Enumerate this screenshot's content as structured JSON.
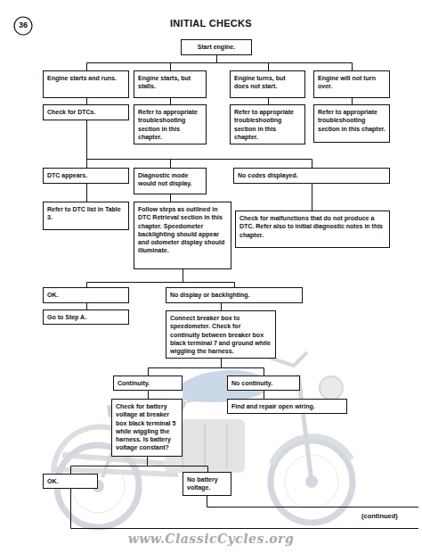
{
  "diagram": {
    "title": "INITIAL CHECKS",
    "nodes": [
      {
        "text": [
          "36"
        ]
      },
      {
        "text": [
          "Start engine."
        ]
      },
      {
        "text": [
          "Engine starts and runs."
        ]
      },
      {
        "text": [
          "Engine starts, but stalls."
        ]
      },
      {
        "text": [
          "Engine turns, but does not start."
        ]
      },
      {
        "text": [
          "Engine will not turn over."
        ]
      },
      {
        "text": [
          "Check for DTCs."
        ]
      },
      {
        "text": [
          "Refer to appropriate troubleshooting section in this chapter."
        ]
      },
      {
        "text": [
          "Refer to appropriate troubleshooting section in this chapter."
        ]
      },
      {
        "text": [
          "Refer to appropriate troubleshooting section in this chapter."
        ]
      },
      {
        "text": [
          "DTC appears."
        ]
      },
      {
        "text": [
          "Diagnostic mode would not display."
        ]
      },
      {
        "text": [
          "No codes displayed."
        ]
      },
      {
        "text": [
          "Refer to DTC list in Table 3."
        ]
      },
      {
        "text": [
          "Follow steps as outlined in DTC Retrieval section in this chapter. Speedometer backlighting should appear and odometer display should illuminate."
        ]
      },
      {
        "text": [
          "Check for malfunctions that do not produce a DTC. Refer also to initial diagnostic notes in this chapter."
        ]
      },
      {
        "text": [
          "OK."
        ]
      },
      {
        "text": [
          "No display or backlighting."
        ]
      },
      {
        "text": [
          "Go to Step A."
        ]
      },
      {
        "text": [
          "Connect breaker box to speedometer. Check for continuity between breaker box black terminal 7 and ground while wiggling the harness."
        ]
      },
      {
        "text": [
          "Continuity."
        ]
      },
      {
        "text": [
          "No continuity."
        ]
      },
      {
        "text": [
          "Check for battery voltage at breaker box black terminal 5 while wiggling the harness. Is battery voltage constant?"
        ]
      },
      {
        "text": [
          "Find and repair open wiring."
        ]
      },
      {
        "text": [
          "OK."
        ]
      },
      {
        "text": [
          "No battery voltage."
        ]
      }
    ],
    "edges": [
      {
        "from": 1,
        "to": 2,
        "arrow": "none"
      },
      {
        "from": 1,
        "to": 3,
        "arrow": "none"
      },
      {
        "from": 1,
        "to": 4,
        "arrow": "none"
      },
      {
        "from": 1,
        "to": 5,
        "arrow": "none"
      },
      {
        "from": 2,
        "to": 6,
        "arrow": "none"
      },
      {
        "from": 3,
        "to": 7,
        "arrow": "none"
      },
      {
        "from": 4,
        "to": 8,
        "arrow": "none"
      },
      {
        "from": 5,
        "to": 9,
        "arrow": "none"
      },
      {
        "from": 6,
        "to": 10,
        "arrow": "none"
      },
      {
        "from": 6,
        "to": 11,
        "arrow": "none"
      },
      {
        "from": 6,
        "to": 12,
        "arrow": "none"
      },
      {
        "from": 10,
        "to": 13,
        "arrow": "none"
      },
      {
        "from": 11,
        "to": 14,
        "arrow": "none"
      },
      {
        "from": 12,
        "to": 15,
        "arrow": "none"
      },
      {
        "from": 14,
        "to": 16,
        "arrow": "none"
      },
      {
        "from": 14,
        "to": 17,
        "arrow": "none"
      },
      {
        "from": 16,
        "to": 18,
        "arrow": "none"
      },
      {
        "from": 17,
        "to": 19,
        "arrow": "none"
      },
      {
        "from": 19,
        "to": 20,
        "arrow": "none"
      },
      {
        "from": 19,
        "to": 21,
        "arrow": "none"
      },
      {
        "from": 20,
        "to": 22,
        "arrow": "none"
      },
      {
        "from": 21,
        "to": 23,
        "arrow": "none"
      },
      {
        "from": 22,
        "to": 24,
        "arrow": "none"
      },
      {
        "from": 22,
        "to": 25,
        "arrow": "none"
      }
    ],
    "labels": [
      "(continued)",
      "www.ClassicCycles.org"
    ]
  }
}
